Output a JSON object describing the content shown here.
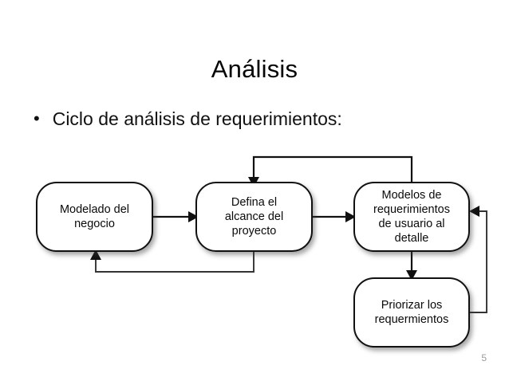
{
  "slide": {
    "title": "Análisis",
    "page_number": "5",
    "bullet": {
      "marker": "•",
      "text": "Ciclo de análisis de requerimientos:"
    }
  },
  "diagram": {
    "type": "flowchart",
    "nodes": [
      {
        "id": "modelado",
        "label": "Modelado del\nnegocio"
      },
      {
        "id": "alcance",
        "label": "Defina el\nalcance del\nproyecto"
      },
      {
        "id": "modelos",
        "label": "Modelos de\nrequerimientos\nde usuario al\ndetalle"
      },
      {
        "id": "priorizar",
        "label": "Priorizar los\nrequermientos"
      }
    ],
    "edges": [
      {
        "from": "modelado",
        "to": "alcance",
        "style": "straight-right"
      },
      {
        "from": "alcance",
        "to": "modelos",
        "style": "straight-right"
      },
      {
        "from": "modelos",
        "to": "priorizar",
        "style": "straight-down"
      },
      {
        "from": "modelos",
        "to": "alcance",
        "style": "feedback-top"
      },
      {
        "from": "alcance",
        "to": "modelado",
        "style": "feedback-bottom"
      },
      {
        "from": "priorizar",
        "to": "modelos",
        "style": "feedback-right"
      }
    ],
    "colors": {
      "node_fill": "#ffffff",
      "node_stroke": "#111111",
      "edge_stroke": "#111111",
      "text": "#0a0a0a",
      "page_number": "#9c9c9c"
    }
  }
}
